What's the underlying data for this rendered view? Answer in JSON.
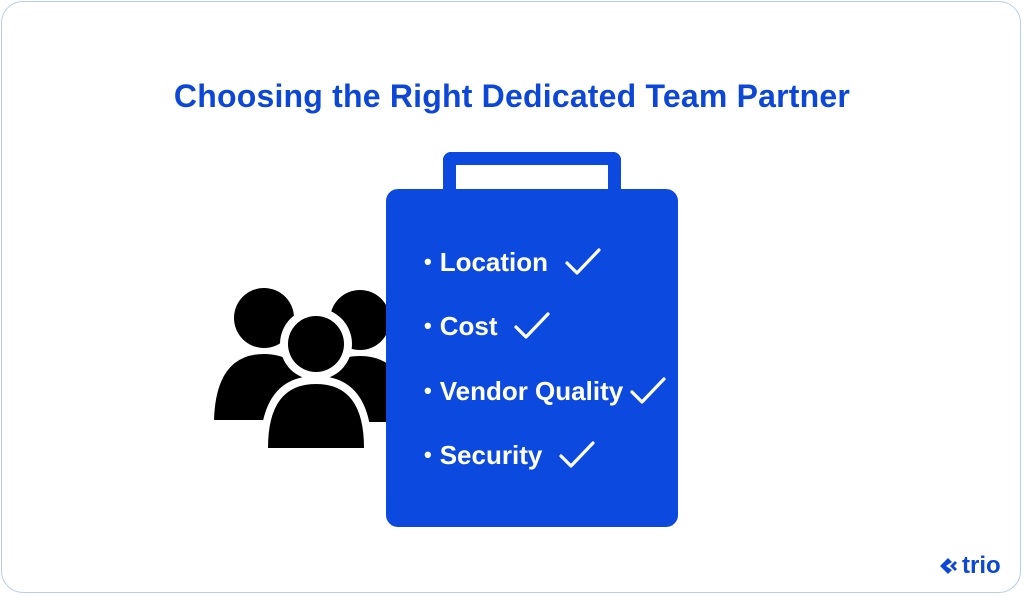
{
  "title": "Choosing the Right Dedicated Team Partner",
  "checklist": {
    "bullet": "•",
    "items": [
      {
        "label": "Location",
        "checked": true
      },
      {
        "label": "Cost",
        "checked": true
      },
      {
        "label": "Vendor Quality",
        "checked": true
      },
      {
        "label": "Security",
        "checked": true
      }
    ]
  },
  "icons": {
    "people": "people-group-icon",
    "clipboard": "clipboard-icon",
    "check": "checkmark-icon",
    "logo": "trio-logo-icon"
  },
  "colors": {
    "accent": "#0b49df",
    "title": "#0d47d8",
    "border": "#b9cdea",
    "people": "#000000"
  },
  "brand": {
    "name": "trio"
  }
}
